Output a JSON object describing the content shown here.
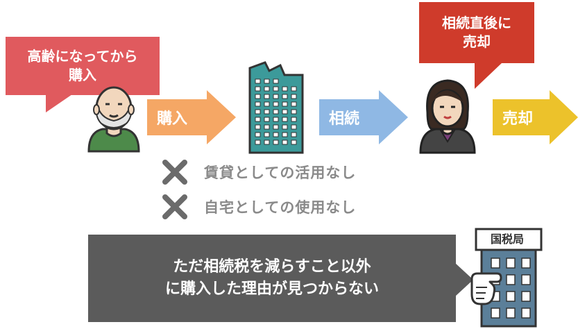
{
  "bubbles": {
    "elderly_line1": "高齢になってから",
    "elderly_line2": "購入",
    "sold_line1": "相続直後に",
    "sold_line2": "売却",
    "reason_line1": "ただ相続税を減らすこと以外",
    "reason_line2": "に購入した理由が見つからない"
  },
  "arrows": {
    "buy": "購入",
    "inherit": "相続",
    "sell": "売却"
  },
  "crossed": {
    "rental": "賃貸としての活用なし",
    "residence": "自宅としての使用なし"
  },
  "tax_office_sign": "国税局",
  "colors": {
    "red_bubble": "#e05a5e",
    "dark_red_bubble": "#cf3b2b",
    "gray_bubble": "#5b5b5b",
    "buy_arrow": "#f5a765",
    "inherit_arrow": "#8fb8e4",
    "sell_arrow": "#ecc22b",
    "building": "#3c9a9a",
    "office_building": "#5b7f99",
    "cross_mark": "#6b6b6b"
  },
  "icons": [
    "elderly-man-icon",
    "condo-building-icon",
    "woman-heir-icon",
    "cross-icon",
    "tax-office-building-icon",
    "pointing-hand-icon"
  ]
}
